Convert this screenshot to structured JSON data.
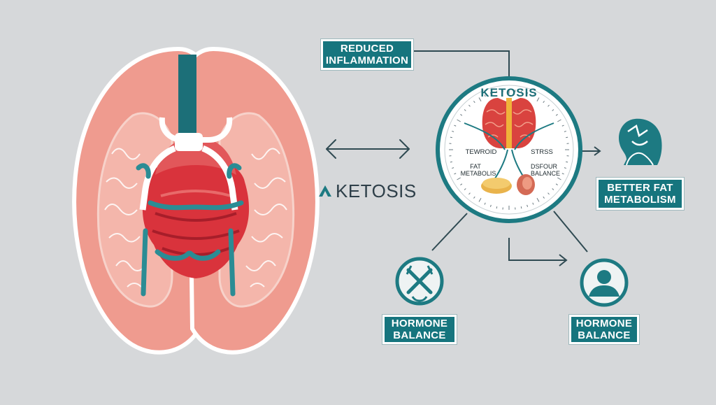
{
  "boxes": {
    "reduced_inflammation": {
      "line1": "REDUCED",
      "line2": "INFLAMMATION"
    },
    "better_fat_metabolism": {
      "line1": "BETTER FAT",
      "line2": "METABOLISM"
    },
    "hormone_balance_left": {
      "line1": "HORMONE",
      "line2": "BALANCE"
    },
    "hormone_balance_right": {
      "line1": "HORMONE",
      "line2": "BALANCE"
    }
  },
  "brand": {
    "label": "KETOSIS"
  },
  "dial": {
    "title": "KETOSIS",
    "label_left_top": "TEWROID",
    "label_right_top": "STRSS",
    "label_left_bottom_1": "FAT",
    "label_left_bottom_2": "METABOLIS",
    "label_right_bottom_1": "DSFOUR",
    "label_right_bottom_2": "BALANCE"
  },
  "colors": {
    "background": "#d6d8da",
    "teal": "#16757e",
    "organ_pink": "#ee9a90",
    "organ_red": "#d9333c",
    "line": "#2f4a52"
  },
  "icons": [
    "split-arrow-icon",
    "head-profile-icon",
    "x-circle-icon",
    "person-circle-icon",
    "ketosis-logo-icon"
  ]
}
